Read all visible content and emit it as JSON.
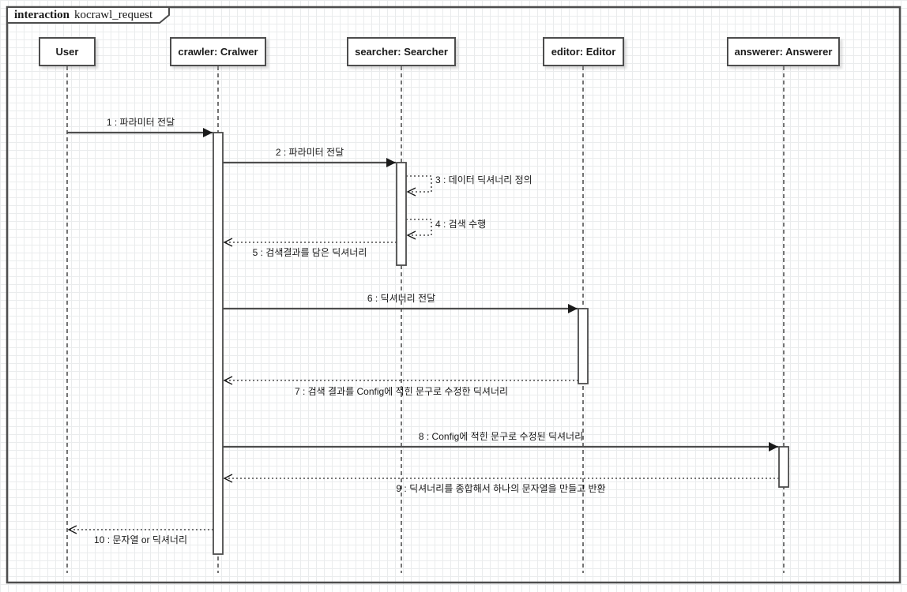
{
  "frame": {
    "keyword": "interaction",
    "name": "kocrawl_request"
  },
  "lifelines": [
    {
      "name": "User"
    },
    {
      "name": "crawler: Cralwer"
    },
    {
      "name": "searcher: Searcher"
    },
    {
      "name": "editor: Editor"
    },
    {
      "name": "answerer: Answerer"
    }
  ],
  "messages": [
    {
      "label": "1 : 파라미터 전달",
      "from": "User",
      "to": "crawler: Cralwer",
      "type": "sync"
    },
    {
      "label": "2 : 파라미터 전달",
      "from": "crawler: Cralwer",
      "to": "searcher: Searcher",
      "type": "sync"
    },
    {
      "label": "3 : 데이터 딕셔너리 정의",
      "from": "searcher: Searcher",
      "to": "searcher: Searcher",
      "type": "self-return"
    },
    {
      "label": "4 : 검색 수행",
      "from": "searcher: Searcher",
      "to": "searcher: Searcher",
      "type": "self-return"
    },
    {
      "label": "5 : 검색결과를 담은 딕셔너리",
      "from": "searcher: Searcher",
      "to": "crawler: Cralwer",
      "type": "return"
    },
    {
      "label": "6 : 딕셔너리 전달",
      "from": "crawler: Cralwer",
      "to": "editor: Editor",
      "type": "sync"
    },
    {
      "label": "7 : 검색 결과를 Config에 적힌 문구로 수정한 딕셔너리",
      "from": "editor: Editor",
      "to": "crawler: Cralwer",
      "type": "return"
    },
    {
      "label": "8 : Config에 적힌 문구로 수정된 딕셔너리",
      "from": "crawler: Cralwer",
      "to": "answerer: Answerer",
      "type": "sync"
    },
    {
      "label": "9 : 딕셔너리를 종합해서 하나의 문자열을 만들고 반환",
      "from": "answerer: Answerer",
      "to": "crawler: Cralwer",
      "type": "return"
    },
    {
      "label": "10 : 문자열 or 딕셔너리",
      "from": "crawler: Cralwer",
      "to": "User",
      "type": "return"
    }
  ],
  "colors": {
    "line": "#4d4d4d",
    "arrowhead": "#1a1a1a",
    "text": "#1a1a1a",
    "background": "#ffffff",
    "grid": "#eaeced"
  }
}
